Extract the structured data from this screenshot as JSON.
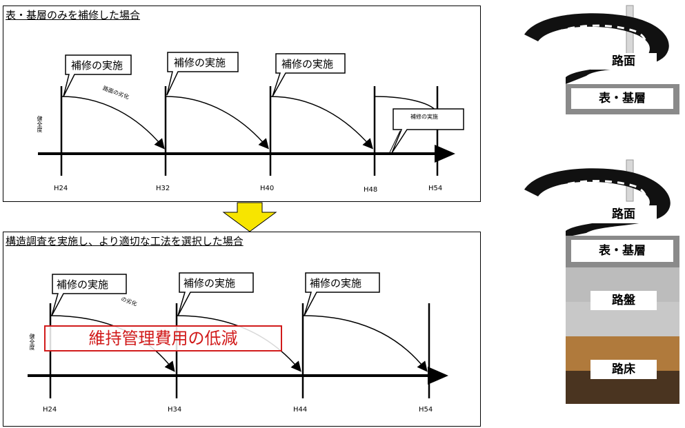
{
  "top": {
    "title": "表・基層のみを補修した場合",
    "callouts": [
      "補修の実施",
      "補修の実施",
      "補修の実施",
      "補修の実施"
    ],
    "decay_label": "路面の劣化",
    "y_label": "健全度",
    "ticks": [
      "H24",
      "H32",
      "H40",
      "H48",
      "H54"
    ]
  },
  "bottom": {
    "title": "構造調査を実施し、より適切な工法を選択した場合",
    "callouts": [
      "補修の実施",
      "補修の実施",
      "補修の実施"
    ],
    "decay_label": "の劣化",
    "y_label": "健全度",
    "ticks": [
      "H24",
      "H34",
      "H44",
      "H54"
    ],
    "reduction_label": "維持管理費用の低減"
  },
  "road_top": {
    "layers": [
      "路面",
      "表・基層"
    ]
  },
  "road_bottom": {
    "layers": [
      "路面",
      "表・基層",
      "路盤",
      "路床"
    ]
  },
  "colors": {
    "arrow_down": "#f7e500",
    "reduction": "#d11a1a",
    "asphalt": "#111111",
    "base_gray": "#8a8a8a",
    "subbase": "#c8c8c8",
    "subgrade_top": "#b07a3c",
    "subgrade_bottom": "#4a3420"
  }
}
